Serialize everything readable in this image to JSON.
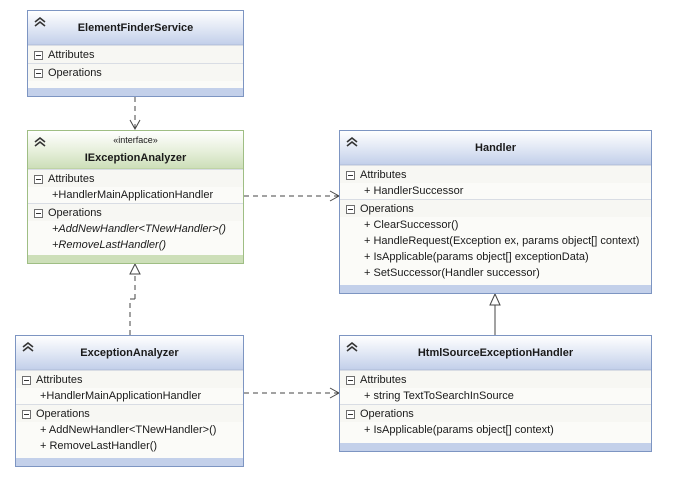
{
  "classes": {
    "efs": {
      "name": "ElementFinderService",
      "sections": [
        "Attributes",
        "Operations"
      ]
    },
    "iea": {
      "stereotype": "«interface»",
      "name": "IExceptionAnalyzer",
      "attributes_label": "Attributes",
      "attributes": [
        "+HandlerMainApplicationHandler"
      ],
      "operations_label": "Operations",
      "operations": [
        "+AddNewHandler<TNewHandler>()",
        "+RemoveLastHandler()"
      ]
    },
    "handler": {
      "name": "Handler",
      "attributes_label": "Attributes",
      "attributes": [
        "+ HandlerSuccessor"
      ],
      "operations_label": "Operations",
      "operations": [
        "+ ClearSuccessor()",
        "+ HandleRequest(Exception ex, params object[] context)",
        "+ IsApplicable(params object[] exceptionData)",
        "+ SetSuccessor(Handler successor)"
      ]
    },
    "ea": {
      "name": "ExceptionAnalyzer",
      "attributes_label": "Attributes",
      "attributes": [
        "+HandlerMainApplicationHandler"
      ],
      "operations_label": "Operations",
      "operations": [
        "+ AddNewHandler<TNewHandler>()",
        "+ RemoveLastHandler()"
      ]
    },
    "hseh": {
      "name": "HtmlSourceExceptionHandler",
      "attributes_label": "Attributes",
      "attributes": [
        "+ string TextToSearchInSource"
      ],
      "operations_label": "Operations",
      "operations": [
        "+ IsApplicable(params object[] context)"
      ]
    }
  },
  "colors": {
    "class_border": "#7d95c2",
    "interface_border": "#9fbe84",
    "connector": "#444444"
  }
}
